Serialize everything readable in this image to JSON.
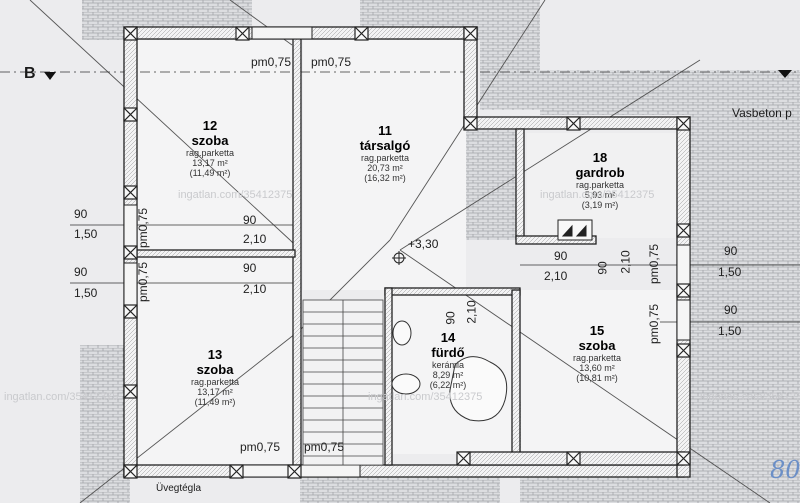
{
  "section_marker": {
    "label": "B",
    "symbol": "▼"
  },
  "note_right": "Vasbeton p",
  "level_mark": "+3,30",
  "rooms": [
    {
      "number": "12",
      "name": "szoba",
      "floor": "rag.parketta",
      "area_main": "13,17 m²",
      "area_alt": "(11,49 m²)"
    },
    {
      "number": "11",
      "name": "társalgó",
      "floor": "rag.parketta",
      "area_main": "20,73 m²",
      "area_alt": "(16,32 m²)"
    },
    {
      "number": "18",
      "name": "gardrob",
      "floor": "rag.parketta",
      "area_main": "5,93 m²",
      "area_alt": "(3,19 m²)"
    },
    {
      "number": "13",
      "name": "szoba",
      "floor": "rag.parketta",
      "area_main": "13,17 m²",
      "area_alt": "(11,49 m²)"
    },
    {
      "number": "14",
      "name": "fürdő",
      "floor": "kerámia",
      "area_main": "8,29 m²",
      "area_alt": "(6,22 m²)"
    },
    {
      "number": "15",
      "name": "szoba",
      "floor": "rag.parketta",
      "area_main": "13,60 m²",
      "area_alt": "(10,81 m²)"
    }
  ],
  "dims": {
    "d90": "90",
    "d150": "1,50",
    "d210": "2,10",
    "pm075": "pm0,75"
  },
  "material_note": "Üvegtégla",
  "watermark": "ingatlan.com/35412375",
  "handwriting": "80"
}
